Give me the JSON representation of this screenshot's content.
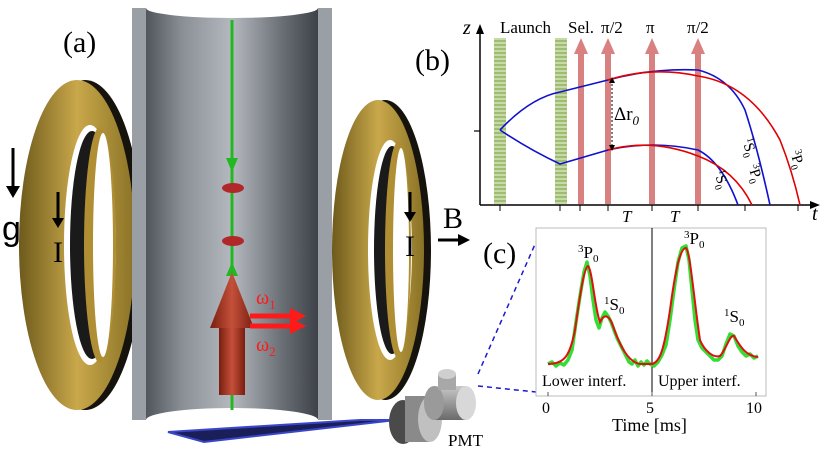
{
  "panel_labels": {
    "a": "(a)",
    "b": "(b)",
    "c": "(c)"
  },
  "setup": {
    "gravity_label": "g",
    "current_label": "I",
    "field_label": "B",
    "omega1": "ω",
    "omega1_sub": "1",
    "omega2": "ω",
    "omega2_sub": "2",
    "detector_label": "PMT"
  },
  "sequence": {
    "axis_z": "z",
    "axis_t": "t",
    "launch": "Launch",
    "select": "Sel.",
    "pulse1": "π/2",
    "pulse2": "π",
    "pulse3": "π/2",
    "separation": "Δr",
    "separation_sub": "0",
    "interval1": "T",
    "interval2": "T",
    "state_labels": [
      {
        "sup": "1",
        "base": "S",
        "sub": "0"
      },
      {
        "sup": "3",
        "base": "P",
        "sub": "0"
      },
      {
        "sup": "1",
        "base": "S",
        "sub": "0"
      },
      {
        "sup": "3",
        "base": "P",
        "sub": "0"
      }
    ],
    "colors": {
      "ground": "#1010d0",
      "excited": "#e00000",
      "laser": "#d98080",
      "launch": "#a8c878"
    }
  },
  "signal": {
    "xlabel": "Time [ms]",
    "xticks": [
      "0",
      "5",
      "10"
    ],
    "lower_label": "Lower interf.",
    "upper_label": "Upper interf.",
    "peaks": [
      {
        "sup": "3",
        "base": "P",
        "sub": "0"
      },
      {
        "sup": "1",
        "base": "S",
        "sub": "0"
      },
      {
        "sup": "3",
        "base": "P",
        "sub": "0"
      },
      {
        "sup": "1",
        "base": "S",
        "sub": "0"
      }
    ],
    "colors": {
      "data": "#33dd33",
      "fit": "#dd1111"
    }
  }
}
